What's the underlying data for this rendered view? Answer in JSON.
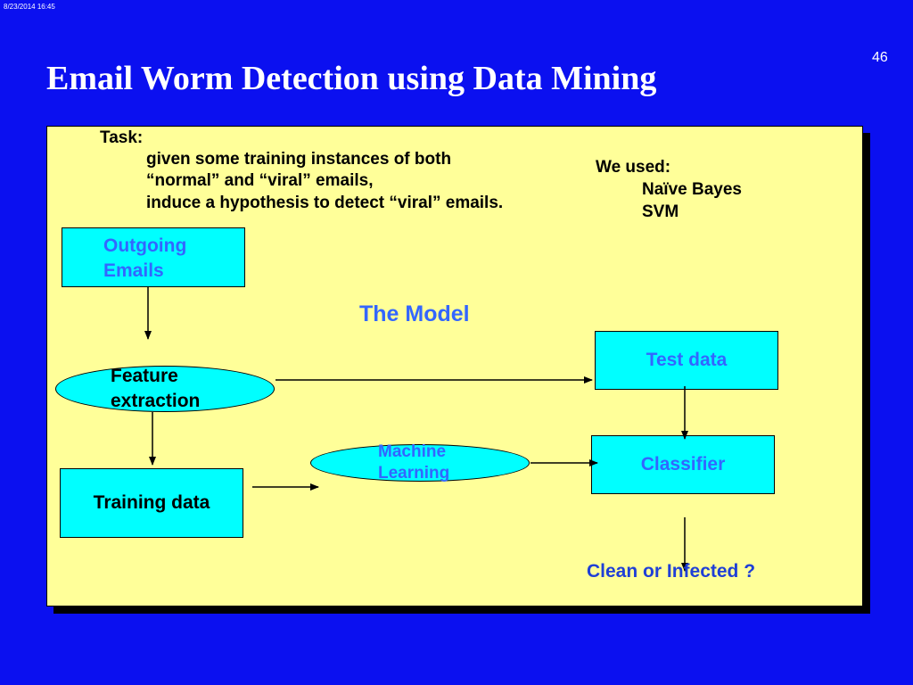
{
  "header": {
    "datetime": "8/23/2014   16:45",
    "slide_number": "46",
    "title": "Email Worm Detection using Data Mining"
  },
  "task": {
    "heading": "Task:",
    "lines": [
      "given some training instances of both",
      "“normal” and “viral” emails,",
      "induce a hypothesis to detect “viral” emails."
    ]
  },
  "methods": {
    "heading": "We used:",
    "items": [
      "Naïve Bayes",
      "SVM"
    ]
  },
  "model_label": "The Model",
  "nodes": {
    "outgoing_line1": "Outgoing",
    "outgoing_line2": "Emails",
    "feature_line1": "Feature",
    "feature_line2": "extraction",
    "training": "Training data",
    "ml_line1": "Machine",
    "ml_line2": "Learning",
    "test": "Test data",
    "classifier": "Classifier",
    "result": "Clean or Infected ?"
  },
  "colors": {
    "background": "#0b10f0",
    "panel": "#ffff99",
    "node_fill": "#00ffff",
    "node_text": "#3366ff"
  }
}
